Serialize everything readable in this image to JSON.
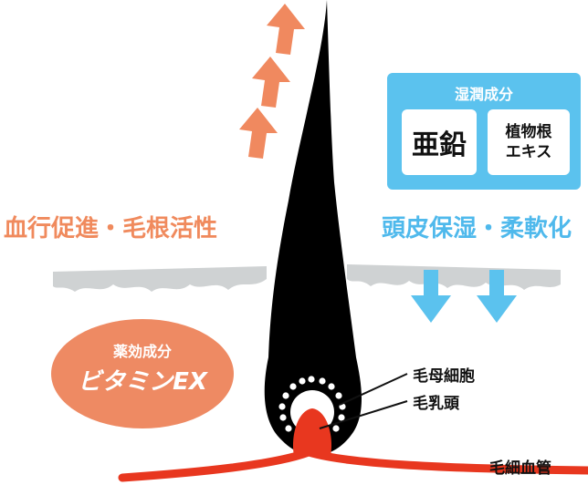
{
  "labels": {
    "left": "血行促進・毛根活性",
    "right": "頭皮保湿・柔軟化"
  },
  "moisture_box": {
    "title": "湿潤成分",
    "item1": "亜鉛",
    "item2_line1": "植物根",
    "item2_line2": "エキス"
  },
  "active_ingredient": {
    "title": "薬効成分",
    "name": "ビタミンEX"
  },
  "annotations": {
    "matrix_cell": "毛母細胞",
    "dermal_papilla": "毛乳頭",
    "capillary": "毛細血管"
  },
  "colors": {
    "orange": "#f08a5d",
    "blue": "#5bc2ee",
    "red": "#e8371f",
    "scalp": "#cfd2d3",
    "hair": "#000000"
  }
}
